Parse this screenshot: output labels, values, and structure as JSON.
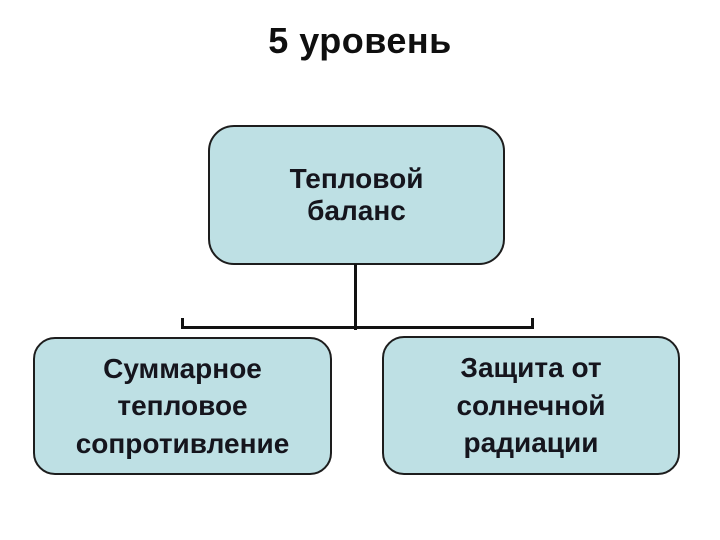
{
  "title": {
    "text": "5 уровень"
  },
  "diagram": {
    "root": {
      "label": "Тепловой\nбаланс"
    },
    "children": [
      {
        "label": "Суммарное\nтепловое\nсопротивление"
      },
      {
        "label": "Защита от\nсолнечной\nрадиации"
      }
    ]
  },
  "colors": {
    "background": "#ffffff",
    "node_fill": "#bee0e4",
    "node_border": "#1d1d1d",
    "node_text": "#15151d",
    "title_text": "#0f0f0f",
    "connector": "#111111"
  }
}
